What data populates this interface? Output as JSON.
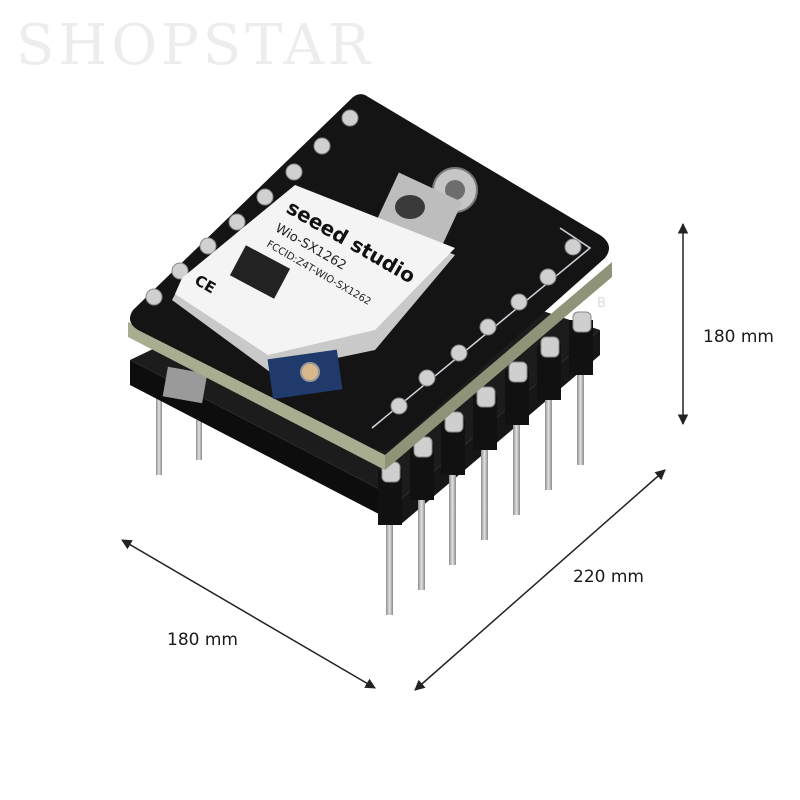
{
  "dimensions": {
    "height_label": "180 mm",
    "length_label": "220 mm",
    "width_label": "180 mm"
  },
  "module_label": {
    "brand": "seeed studio",
    "model": "Wio-SX1262",
    "fcc_id": "FCCID:Z4T-WIO-SX1262",
    "ce_mark": "CE"
  },
  "board_marking": "B",
  "watermark": "SHOPSTAR",
  "colors": {
    "pcb": "#141414",
    "pcb_edge": "#a8ad8f",
    "shield": "#dcdcdc",
    "label": "#f4f4f4",
    "pin": "#b9b9b9",
    "arrow": "#222222"
  }
}
